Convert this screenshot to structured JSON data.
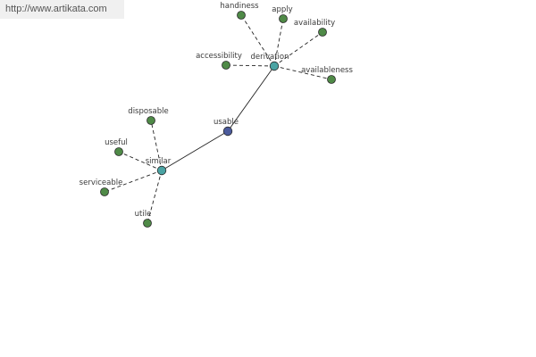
{
  "watermark": {
    "url": "http://www.artikata.com"
  },
  "graph": {
    "colors": {
      "root": "#4b5b9c",
      "hub": "#4aa3a3",
      "leaf": "#4f8a47"
    },
    "nodes": [
      {
        "id": "usable",
        "label": "usable",
        "type": "root"
      },
      {
        "id": "derivation",
        "label": "derivation",
        "type": "hub"
      },
      {
        "id": "similar",
        "label": "similar",
        "type": "hub"
      },
      {
        "id": "handiness",
        "label": "handiness",
        "type": "leaf"
      },
      {
        "id": "apply",
        "label": "apply",
        "type": "leaf"
      },
      {
        "id": "availability",
        "label": "availability",
        "type": "leaf"
      },
      {
        "id": "accessibility",
        "label": "accessibility",
        "type": "leaf"
      },
      {
        "id": "availableness",
        "label": "availableness",
        "type": "leaf"
      },
      {
        "id": "disposable",
        "label": "disposable",
        "type": "leaf"
      },
      {
        "id": "useful",
        "label": "useful",
        "type": "leaf"
      },
      {
        "id": "serviceable",
        "label": "serviceable",
        "type": "leaf"
      },
      {
        "id": "utile",
        "label": "utile",
        "type": "leaf"
      }
    ],
    "edges": [
      {
        "from": "usable",
        "to": "derivation",
        "style": "solid"
      },
      {
        "from": "usable",
        "to": "similar",
        "style": "solid"
      },
      {
        "from": "derivation",
        "to": "handiness",
        "style": "dashed"
      },
      {
        "from": "derivation",
        "to": "apply",
        "style": "dashed"
      },
      {
        "from": "derivation",
        "to": "availability",
        "style": "dashed"
      },
      {
        "from": "derivation",
        "to": "accessibility",
        "style": "dashed"
      },
      {
        "from": "derivation",
        "to": "availableness",
        "style": "dashed"
      },
      {
        "from": "similar",
        "to": "disposable",
        "style": "dashed"
      },
      {
        "from": "similar",
        "to": "useful",
        "style": "dashed"
      },
      {
        "from": "similar",
        "to": "serviceable",
        "style": "dashed"
      },
      {
        "from": "similar",
        "to": "utile",
        "style": "dashed"
      }
    ]
  }
}
